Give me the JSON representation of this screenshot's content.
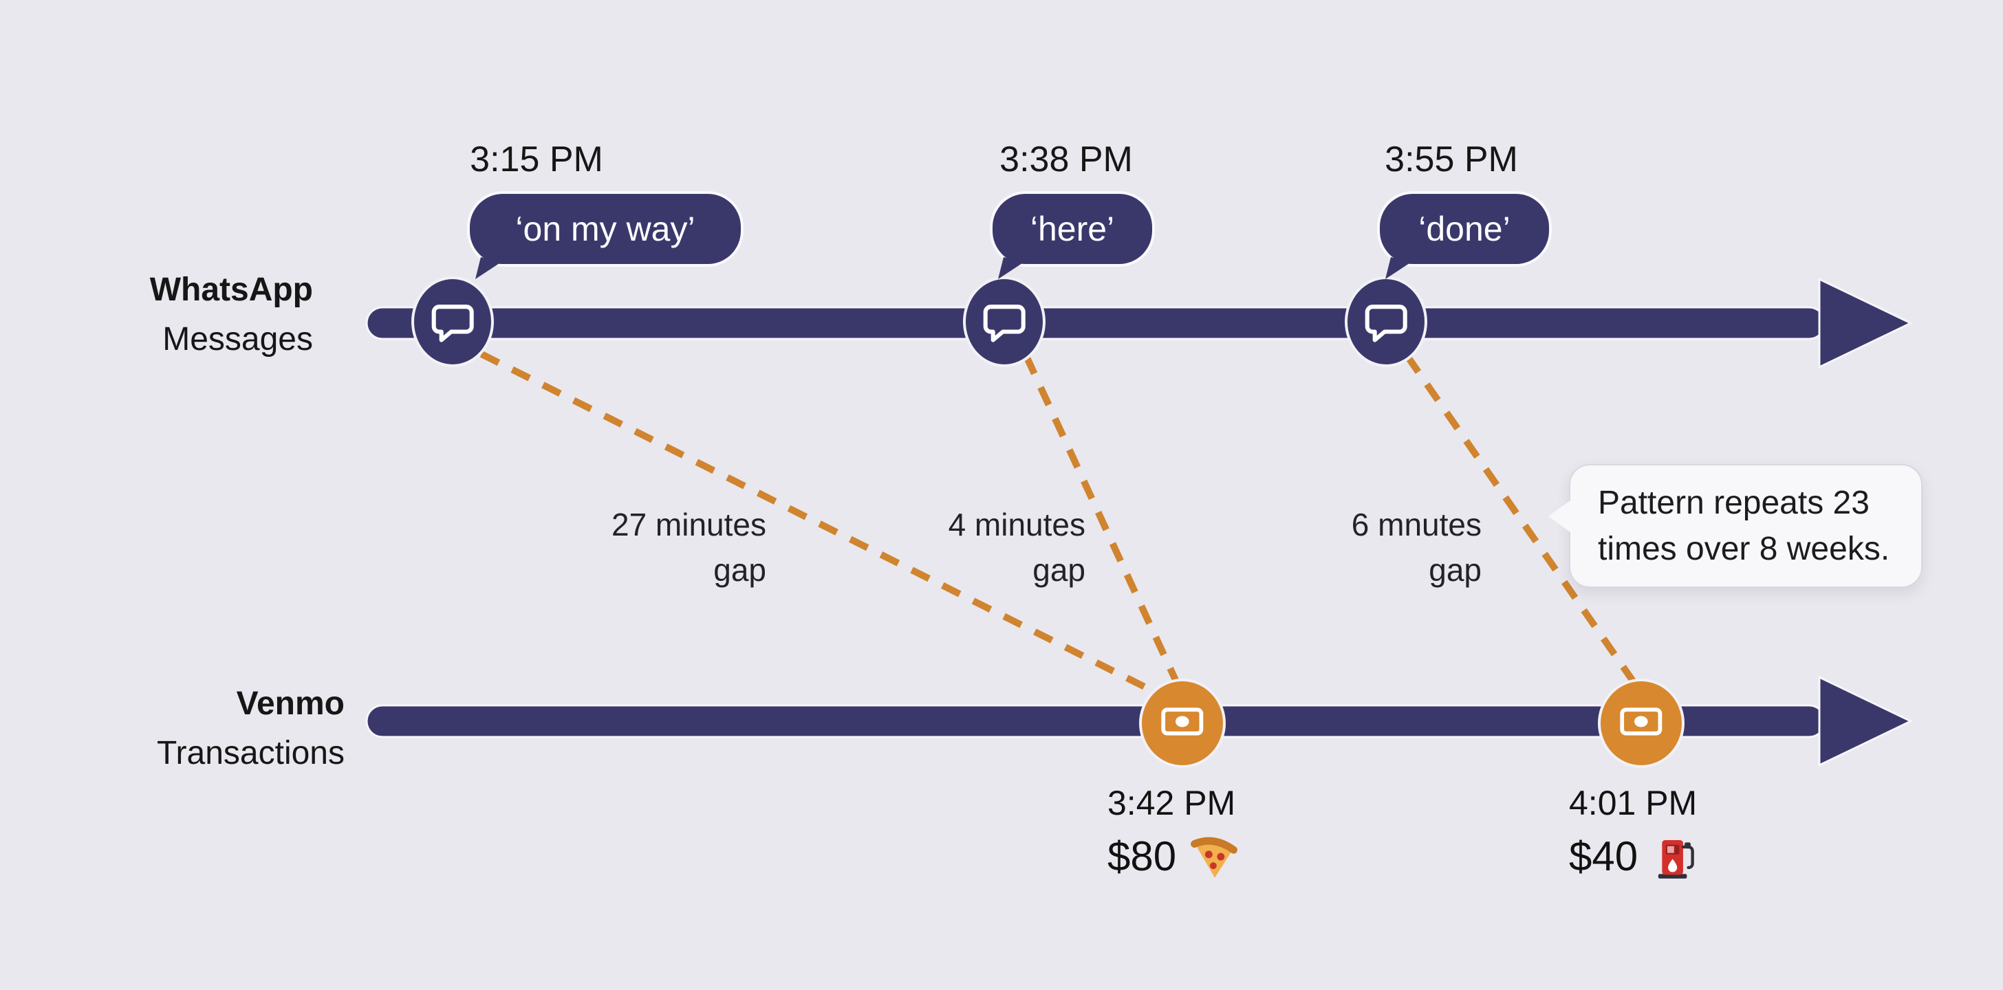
{
  "palette": {
    "background": "#e9e8ee",
    "navy": "#3a386b",
    "orange": "#d8882f",
    "dash_orange": "#d0842f",
    "text_dark": "#1a1a1a",
    "bubble_text": "#ffffff",
    "callout_bg": "#f8f8fb"
  },
  "whatsapp": {
    "label_line1": "WhatsApp",
    "label_line2": "Messages",
    "events": [
      {
        "time": "3:15 PM",
        "message": "‘on my way’",
        "icon": "chat-bubble-icon"
      },
      {
        "time": "3:38 PM",
        "message": "‘here’",
        "icon": "chat-bubble-icon"
      },
      {
        "time": "3:55 PM",
        "message": "‘done’",
        "icon": "chat-bubble-icon"
      }
    ]
  },
  "venmo": {
    "label_line1": "Venmo",
    "label_line2": "Transactions",
    "transactions": [
      {
        "time": "3:42 PM",
        "amount": "$80",
        "item_icon": "pizza-icon",
        "marker_icon": "banknote-icon"
      },
      {
        "time": "4:01 PM",
        "amount": "$40",
        "item_icon": "fuel-pump-icon",
        "marker_icon": "banknote-icon"
      }
    ]
  },
  "gaps": [
    {
      "line1": "27 minutes",
      "line2": "gap"
    },
    {
      "line1": "4 minutes",
      "line2": "gap"
    },
    {
      "line1": "6 mnutes",
      "line2": "gap"
    }
  ],
  "callout": {
    "line1": "Pattern repeats 23",
    "line2": "times over 8 weeks."
  }
}
